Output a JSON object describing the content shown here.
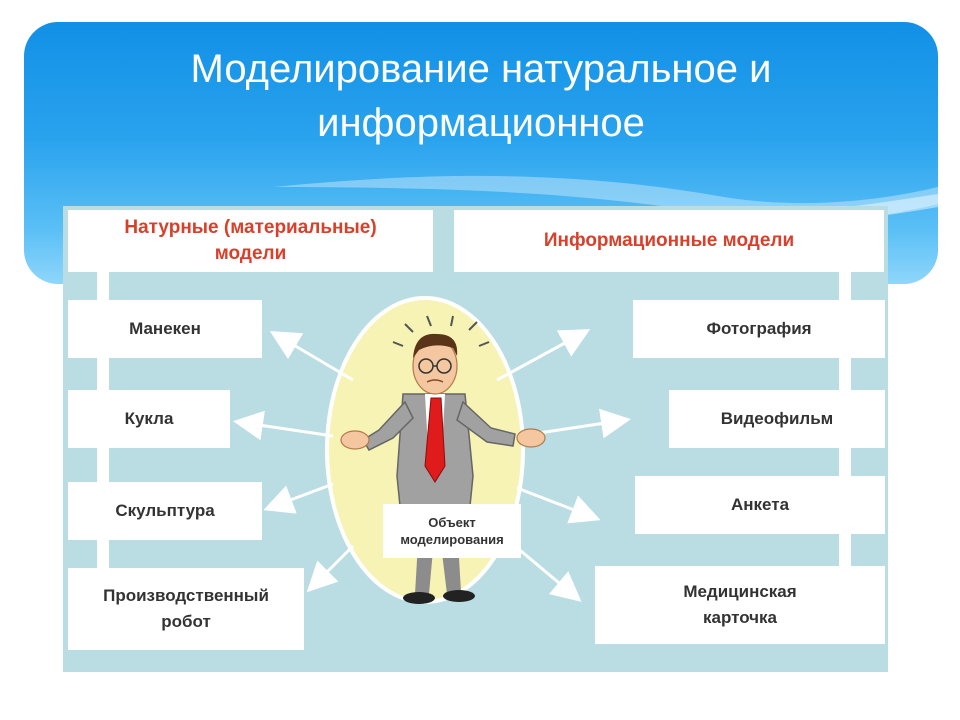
{
  "slide": {
    "title_line1": "Моделирование натуральное и",
    "title_line2": "информационное"
  },
  "diagram": {
    "left_header": {
      "line1": "Натурные (материальные)",
      "line2": "модели"
    },
    "right_header": {
      "line1": "Информационные  модели"
    },
    "left_items": [
      {
        "line1": "Манекен",
        "line2": ""
      },
      {
        "line1": "Кукла",
        "line2": ""
      },
      {
        "line1": "Скульптура",
        "line2": ""
      },
      {
        "line1": "Производственный",
        "line2": "робот"
      }
    ],
    "right_items": [
      {
        "line1": "Фотография",
        "line2": ""
      },
      {
        "line1": "Видеофильм",
        "line2": ""
      },
      {
        "line1": "Анкета",
        "line2": ""
      },
      {
        "line1": "Медицинская",
        "line2": "карточка"
      }
    ],
    "center_label": {
      "line1": "Объект",
      "line2": "моделирования"
    },
    "colors": {
      "banner": "#1e9beb",
      "diagram_bg": "#b9dde3",
      "ellipse": "#f6f3b4",
      "header_text": "#d9402b",
      "tie": "#e01b1b",
      "suit": "#9a9a9a",
      "arrow": "#ffffff"
    }
  }
}
